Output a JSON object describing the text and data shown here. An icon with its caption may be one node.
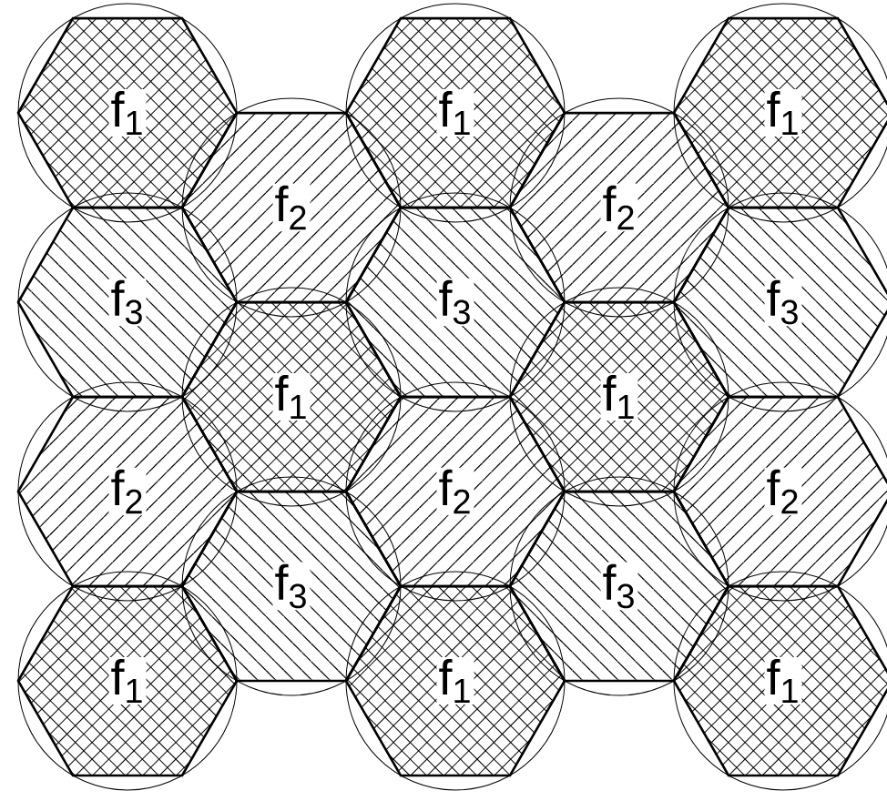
{
  "diagram": {
    "nodes": [
      {
        "text": [
          "f$_{1}$"
        ]
      },
      {
        "text": [
          "f$_{1}$"
        ]
      },
      {
        "text": [
          "f$_{1}$"
        ]
      },
      {
        "text": [
          "f$_{2}$"
        ]
      },
      {
        "text": [
          "f$_{2}$"
        ]
      },
      {
        "text": [
          "f$_{3}$"
        ]
      },
      {
        "text": [
          "f$_{3}$"
        ]
      },
      {
        "text": [
          "f$_{3}$"
        ]
      },
      {
        "text": [
          "f$_{1}$"
        ]
      },
      {
        "text": [
          "f$_{1}$"
        ]
      },
      {
        "text": [
          "f$_{2}$"
        ]
      },
      {
        "text": [
          "f$_{2}$"
        ]
      },
      {
        "text": [
          "f$_{2}$"
        ]
      },
      {
        "text": [
          "f$_{3}$"
        ]
      },
      {
        "text": [
          "f$_{3}$"
        ]
      },
      {
        "text": [
          "f$_{1}$"
        ]
      },
      {
        "text": [
          "f$_{1}$"
        ]
      },
      {
        "text": [
          "f$_{1}$"
        ]
      }
    ]
  }
}
